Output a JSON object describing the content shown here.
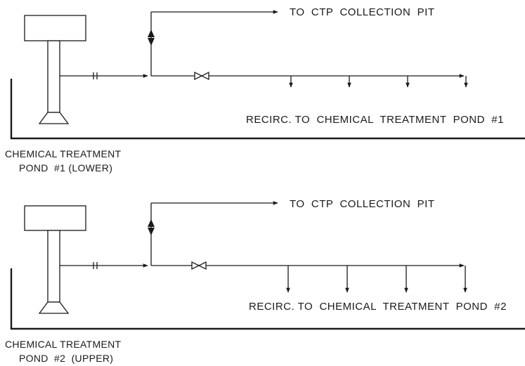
{
  "systems": [
    {
      "collection_label": "TO  CTP  COLLECTION  PIT",
      "recirc_label": "RECIRC. TO  CHEMICAL  TREATMENT  POND  #1",
      "pond_caption_line1": "CHEMICAL TREATMENT",
      "pond_caption_line2": "POND  #1 (LOWER)"
    },
    {
      "collection_label": "TO  CTP  COLLECTION  PIT",
      "recirc_label": "RECIRC. TO  CHEMICAL  TREATMENT  POND  #2",
      "pond_caption_line1": "CHEMICAL TREATMENT",
      "pond_caption_line2": "POND  #2  (UPPER)"
    }
  ]
}
